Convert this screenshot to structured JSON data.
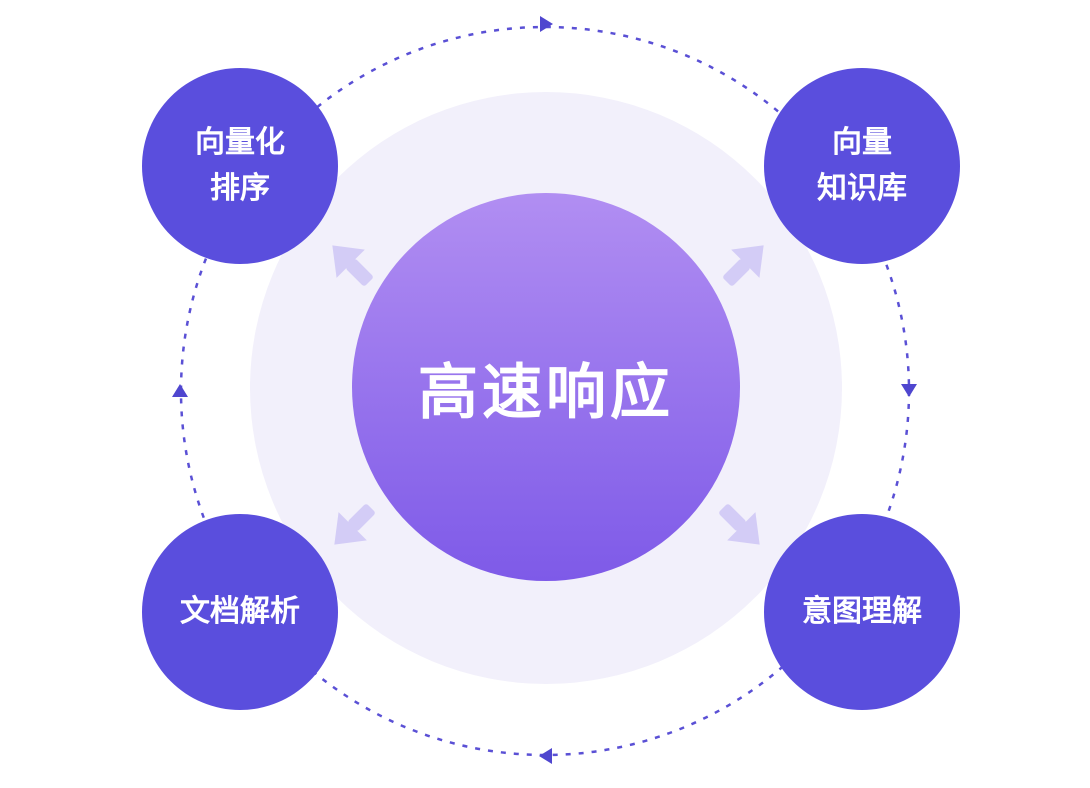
{
  "diagram": {
    "center": {
      "label": "高速响应"
    },
    "satellites": [
      {
        "id": "vector-ranking",
        "lines": [
          "向量化",
          "排序"
        ]
      },
      {
        "id": "vector-knowledge-base",
        "lines": [
          "向量",
          "知识库"
        ]
      },
      {
        "id": "document-parsing",
        "lines": [
          "文档解析"
        ]
      },
      {
        "id": "intent-understanding",
        "lines": [
          "意图理解"
        ]
      }
    ],
    "icons": [
      "orbit-arrow-top-icon",
      "orbit-arrow-right-icon",
      "orbit-arrow-bottom-icon",
      "orbit-arrow-left-icon",
      "outward-arrow-top-left-icon",
      "outward-arrow-top-right-icon",
      "outward-arrow-bottom-left-icon",
      "outward-arrow-bottom-right-icon"
    ],
    "colors": {
      "satellite": "#5a4edd",
      "center_gradient_top": "#b18ef2",
      "center_gradient_bottom": "#7e5ae8",
      "halo": "#f2f0fb",
      "orbit_dash": "#5a50d5",
      "orbit_arrow": "#4f46cf",
      "outward_arrow": "#d3ccf6",
      "text": "#ffffff"
    }
  }
}
